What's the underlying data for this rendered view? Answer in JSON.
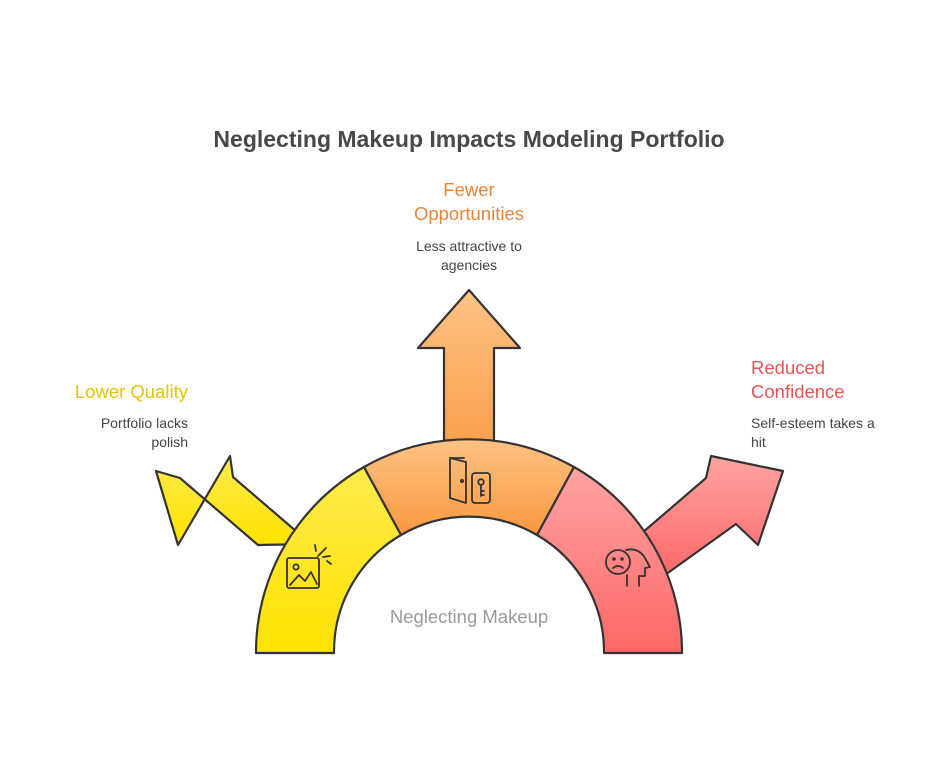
{
  "title": "Neglecting Makeup Impacts Modeling Portfolio",
  "center": {
    "label": "Neglecting Makeup"
  },
  "branches": {
    "left": {
      "heading": "Lower Quality",
      "description": "Portfolio lacks\npolish",
      "icon": "image-sparkle-icon",
      "color_top": "#FDEB4E",
      "color_bottom": "#FFE300",
      "heading_color": "#E4C300"
    },
    "top": {
      "heading": "Fewer\nOpportunities",
      "description": "Less attractive to\nagencies",
      "icon": "door-key-icon",
      "color_top": "#FFC285",
      "color_bottom": "#F7993F",
      "heading_color": "#E8853A"
    },
    "right": {
      "heading": "Reduced\nConfidence",
      "description": "Self-esteem takes a\nhit",
      "icon": "sad-head-icon",
      "color_top": "#FFA3A3",
      "color_bottom": "#FE6767",
      "heading_color": "#E85454"
    }
  },
  "colors": {
    "outline": "#333333",
    "title": "#484848",
    "center_label": "#9A9A9A"
  }
}
